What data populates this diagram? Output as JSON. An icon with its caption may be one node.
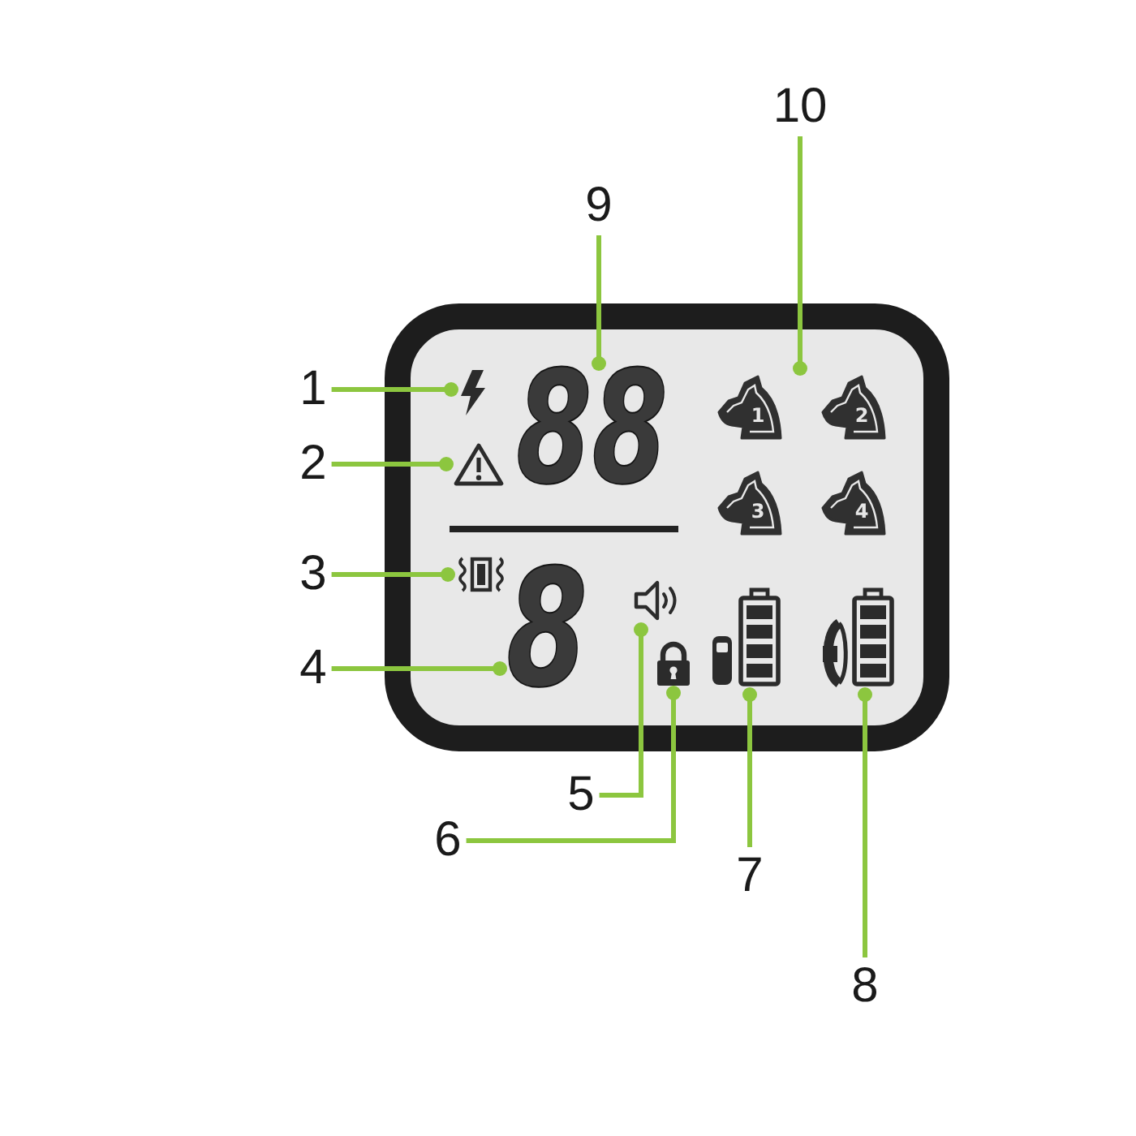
{
  "diagram": {
    "nodes": [
      {
        "text": [
          "1"
        ]
      },
      {
        "text": [
          "2"
        ]
      },
      {
        "text": [
          "3"
        ]
      },
      {
        "text": [
          "4"
        ]
      },
      {
        "text": [
          "5"
        ]
      },
      {
        "text": [
          "6"
        ]
      },
      {
        "text": [
          "7"
        ]
      },
      {
        "text": [
          "8"
        ]
      },
      {
        "text": [
          "9"
        ]
      },
      {
        "text": [
          "10"
        ]
      },
      {
        "text": [],
        "shape": "box"
      },
      {
        "text": [],
        "shape": "picture",
        "in": 10
      },
      {
        "text": [],
        "shape": "picture",
        "in": 10
      },
      {
        "text": [
          "88"
        ],
        "in": 10
      },
      {
        "text": [],
        "shape": "picture",
        "in": 10
      },
      {
        "text": [
          "8"
        ],
        "in": 10
      },
      {
        "text": [],
        "shape": "picture",
        "in": 10
      },
      {
        "text": [],
        "shape": "picture",
        "in": 10
      },
      {
        "text": [],
        "shape": "picture",
        "in": 10
      },
      {
        "text": [],
        "shape": "picture",
        "in": 10
      },
      {
        "text": [],
        "shape": "picture",
        "in": 10
      },
      {
        "text": [
          "1"
        ],
        "in": 20
      },
      {
        "text": [
          "2"
        ],
        "in": 20
      },
      {
        "text": [
          "3"
        ],
        "in": 20
      },
      {
        "text": [
          "4"
        ],
        "in": 20
      }
    ],
    "edges": [
      {
        "from": 0,
        "to": 11,
        "arrow": "other"
      },
      {
        "from": 1,
        "to": 12,
        "arrow": "other"
      },
      {
        "from": 2,
        "to": 14,
        "arrow": "other"
      },
      {
        "from": 3,
        "to": 15,
        "arrow": "other"
      },
      {
        "from": 4,
        "to": 16,
        "arrow": "other"
      },
      {
        "from": 5,
        "to": 17,
        "arrow": "other"
      },
      {
        "from": 6,
        "to": 18,
        "arrow": "other"
      },
      {
        "from": 7,
        "to": 19,
        "arrow": "other"
      },
      {
        "from": 8,
        "to": 13,
        "arrow": "other"
      },
      {
        "from": 9,
        "to": 20,
        "arrow": "other"
      }
    ]
  }
}
